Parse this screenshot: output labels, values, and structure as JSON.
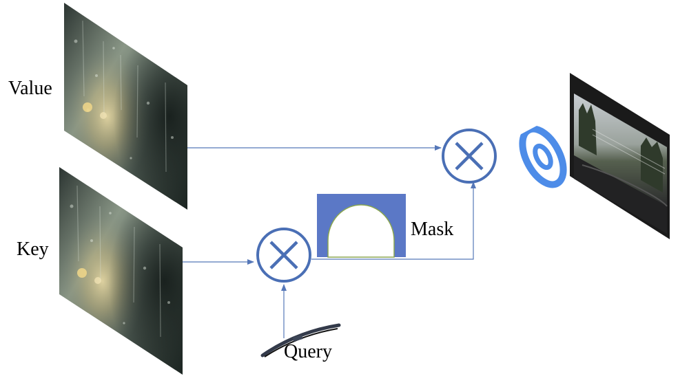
{
  "labels": {
    "value": "Value",
    "key": "Key",
    "mask": "Mask",
    "query": "Query"
  },
  "icons": {
    "multiply": "circled-times-icon",
    "eye": "eye-icon",
    "wiper": "windshield-wiper-icon"
  },
  "colors": {
    "accent_blue": "#4A6FB5",
    "mask_blue": "#5B78C6",
    "arrow": "#5577B8",
    "eye_blue": "#4D8CE8",
    "label": "#000000"
  }
}
